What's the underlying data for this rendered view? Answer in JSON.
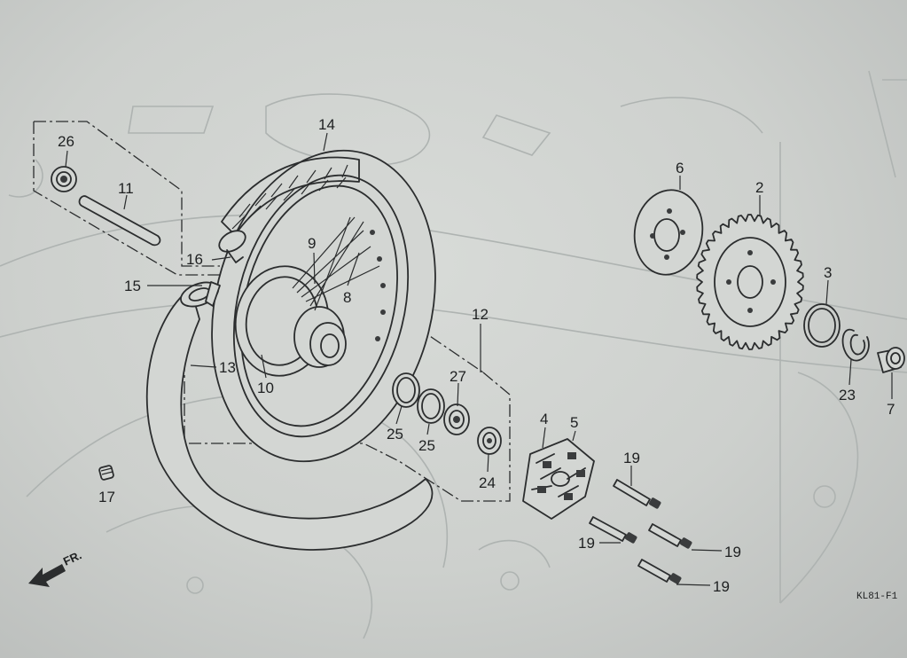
{
  "drawing_code": "KL81-F1",
  "direction_label": "FR.",
  "icons": {
    "direction": "front-direction-arrow-icon"
  },
  "colors": {
    "paper": "#d4d7d4",
    "ink": "#2b2d2e",
    "ghost": "#aeb3b1"
  },
  "callouts": {
    "c26": "26",
    "c11": "11",
    "c14": "14",
    "c16": "16",
    "c9": "9",
    "c8": "8",
    "c15": "15",
    "c13": "13",
    "c10": "10",
    "c12": "12",
    "c27": "27",
    "c25a": "25",
    "c25b": "25",
    "c24": "24",
    "c17": "17",
    "c6": "6",
    "c2": "2",
    "c3": "3",
    "c23": "23",
    "c7": "7",
    "c4": "4",
    "c5": "5",
    "c19a": "19",
    "c19b": "19",
    "c19c": "19",
    "c19d": "19"
  }
}
